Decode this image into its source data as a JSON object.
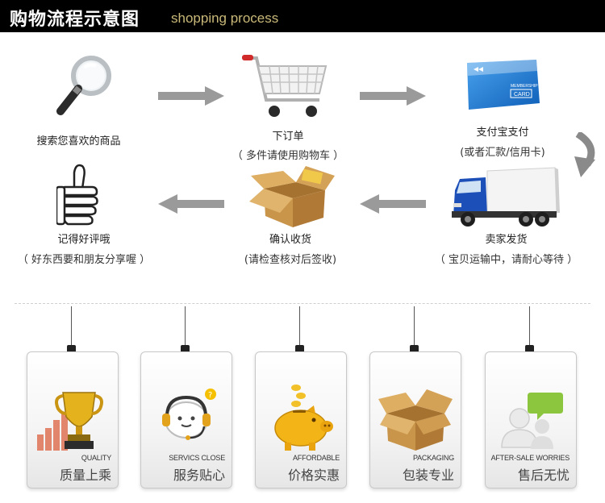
{
  "header": {
    "title": "购物流程示意图",
    "subtitle": "shopping process"
  },
  "steps": [
    {
      "label": "搜索您喜欢的商品",
      "sub": "",
      "icon": "magnifier-icon"
    },
    {
      "label": "下订单",
      "sub": "（ 多件请使用购物车 ）",
      "icon": "shopping-cart-icon"
    },
    {
      "label": "支付宝支付",
      "sub": "(或者汇款/信用卡)",
      "icon": "credit-card-icon",
      "card_brand": "CARD",
      "card_member": "MEMBERSHIP"
    },
    {
      "label": "卖家发货",
      "sub": "（ 宝贝运输中，请耐心等待 ）",
      "icon": "delivery-truck-icon"
    },
    {
      "label": "确认收货",
      "sub": "(请检查核对后签收)",
      "icon": "open-box-icon"
    },
    {
      "label": "记得好评哦",
      "sub": "（ 好东西要和朋友分享喔 ）",
      "icon": "thumbs-up-icon"
    }
  ],
  "cards": [
    {
      "en": "QUALITY",
      "cn": "质量上乘",
      "icon": "trophy-icon"
    },
    {
      "en": "SERVICS CLOSE",
      "cn": "服务贴心",
      "icon": "service-headset-icon"
    },
    {
      "en": "AFFORDABLE",
      "cn": "价格实惠",
      "icon": "piggy-bank-icon"
    },
    {
      "en": "PACKAGING",
      "cn": "包装专业",
      "icon": "package-box-icon"
    },
    {
      "en": "AFTER-SALE WORRIES",
      "cn": "售后无忧",
      "icon": "chat-user-icon"
    }
  ],
  "colors": {
    "header_bg": "#000000",
    "subtitle": "#c9b978",
    "arrow": "#9a9a9a",
    "card_blue": "#1f77d0",
    "truck_blue": "#1d4fb8",
    "box": "#c9954a",
    "gold": "#e3b21c"
  }
}
